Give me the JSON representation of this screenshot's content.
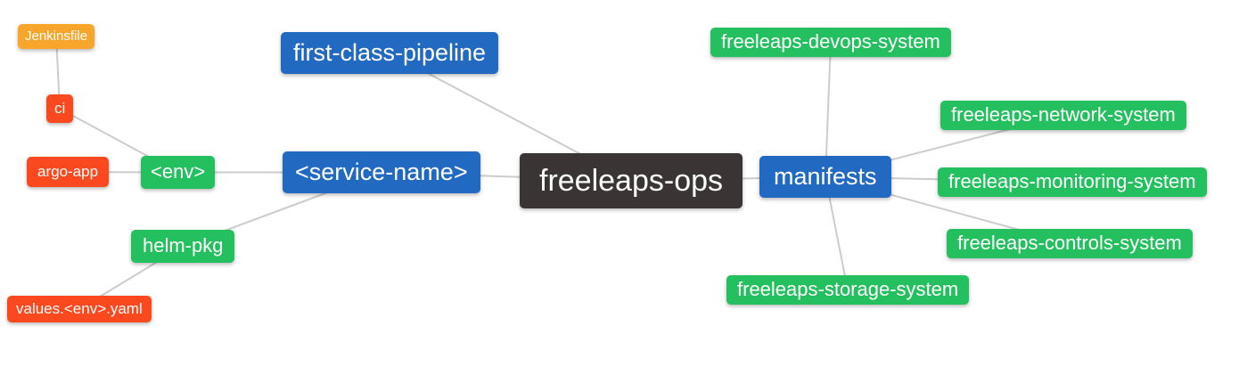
{
  "diagram": {
    "type": "mindmap",
    "root_id": "freeleaps_ops",
    "palette": {
      "blue": "#2169c1",
      "green": "#24bf5f",
      "orange": "#f8a62b",
      "red": "#fa481f",
      "dark": "#3a3534",
      "edge": "#cccccc",
      "text": "#ffffff",
      "background": "#ffffff"
    },
    "nodes": {
      "freeleaps_ops": {
        "label": "freeleaps-ops",
        "color": "dark"
      },
      "first_class_pipeline": {
        "label": "first-class-pipeline",
        "color": "blue"
      },
      "service_name": {
        "label": "<service-name>",
        "color": "blue"
      },
      "manifests": {
        "label": "manifests",
        "color": "blue"
      },
      "env": {
        "label": "<env>",
        "color": "green"
      },
      "helm_pkg": {
        "label": "helm-pkg",
        "color": "green"
      },
      "ci": {
        "label": "ci",
        "color": "red"
      },
      "argo_app": {
        "label": "argo-app",
        "color": "red"
      },
      "values_env_yaml": {
        "label": "values.<env>.yaml",
        "color": "red"
      },
      "jenkinsfile": {
        "label": "Jenkinsfile",
        "color": "orange"
      },
      "devops_system": {
        "label": "freeleaps-devops-system",
        "color": "green"
      },
      "network_system": {
        "label": "freeleaps-network-system",
        "color": "green"
      },
      "monitoring_system": {
        "label": "freeleaps-monitoring-system",
        "color": "green"
      },
      "controls_system": {
        "label": "freeleaps-controls-system",
        "color": "green"
      },
      "storage_system": {
        "label": "freeleaps-storage-system",
        "color": "green"
      }
    },
    "edges": [
      {
        "from": "jenkinsfile",
        "to": "ci"
      },
      {
        "from": "ci",
        "to": "env"
      },
      {
        "from": "argo_app",
        "to": "env"
      },
      {
        "from": "env",
        "to": "service_name"
      },
      {
        "from": "helm_pkg",
        "to": "service_name"
      },
      {
        "from": "values_env_yaml",
        "to": "helm_pkg"
      },
      {
        "from": "service_name",
        "to": "freeleaps_ops"
      },
      {
        "from": "first_class_pipeline",
        "to": "freeleaps_ops"
      },
      {
        "from": "manifests",
        "to": "freeleaps_ops"
      },
      {
        "from": "devops_system",
        "to": "manifests"
      },
      {
        "from": "network_system",
        "to": "manifests"
      },
      {
        "from": "monitoring_system",
        "to": "manifests"
      },
      {
        "from": "controls_system",
        "to": "manifests"
      },
      {
        "from": "storage_system",
        "to": "manifests"
      }
    ]
  }
}
